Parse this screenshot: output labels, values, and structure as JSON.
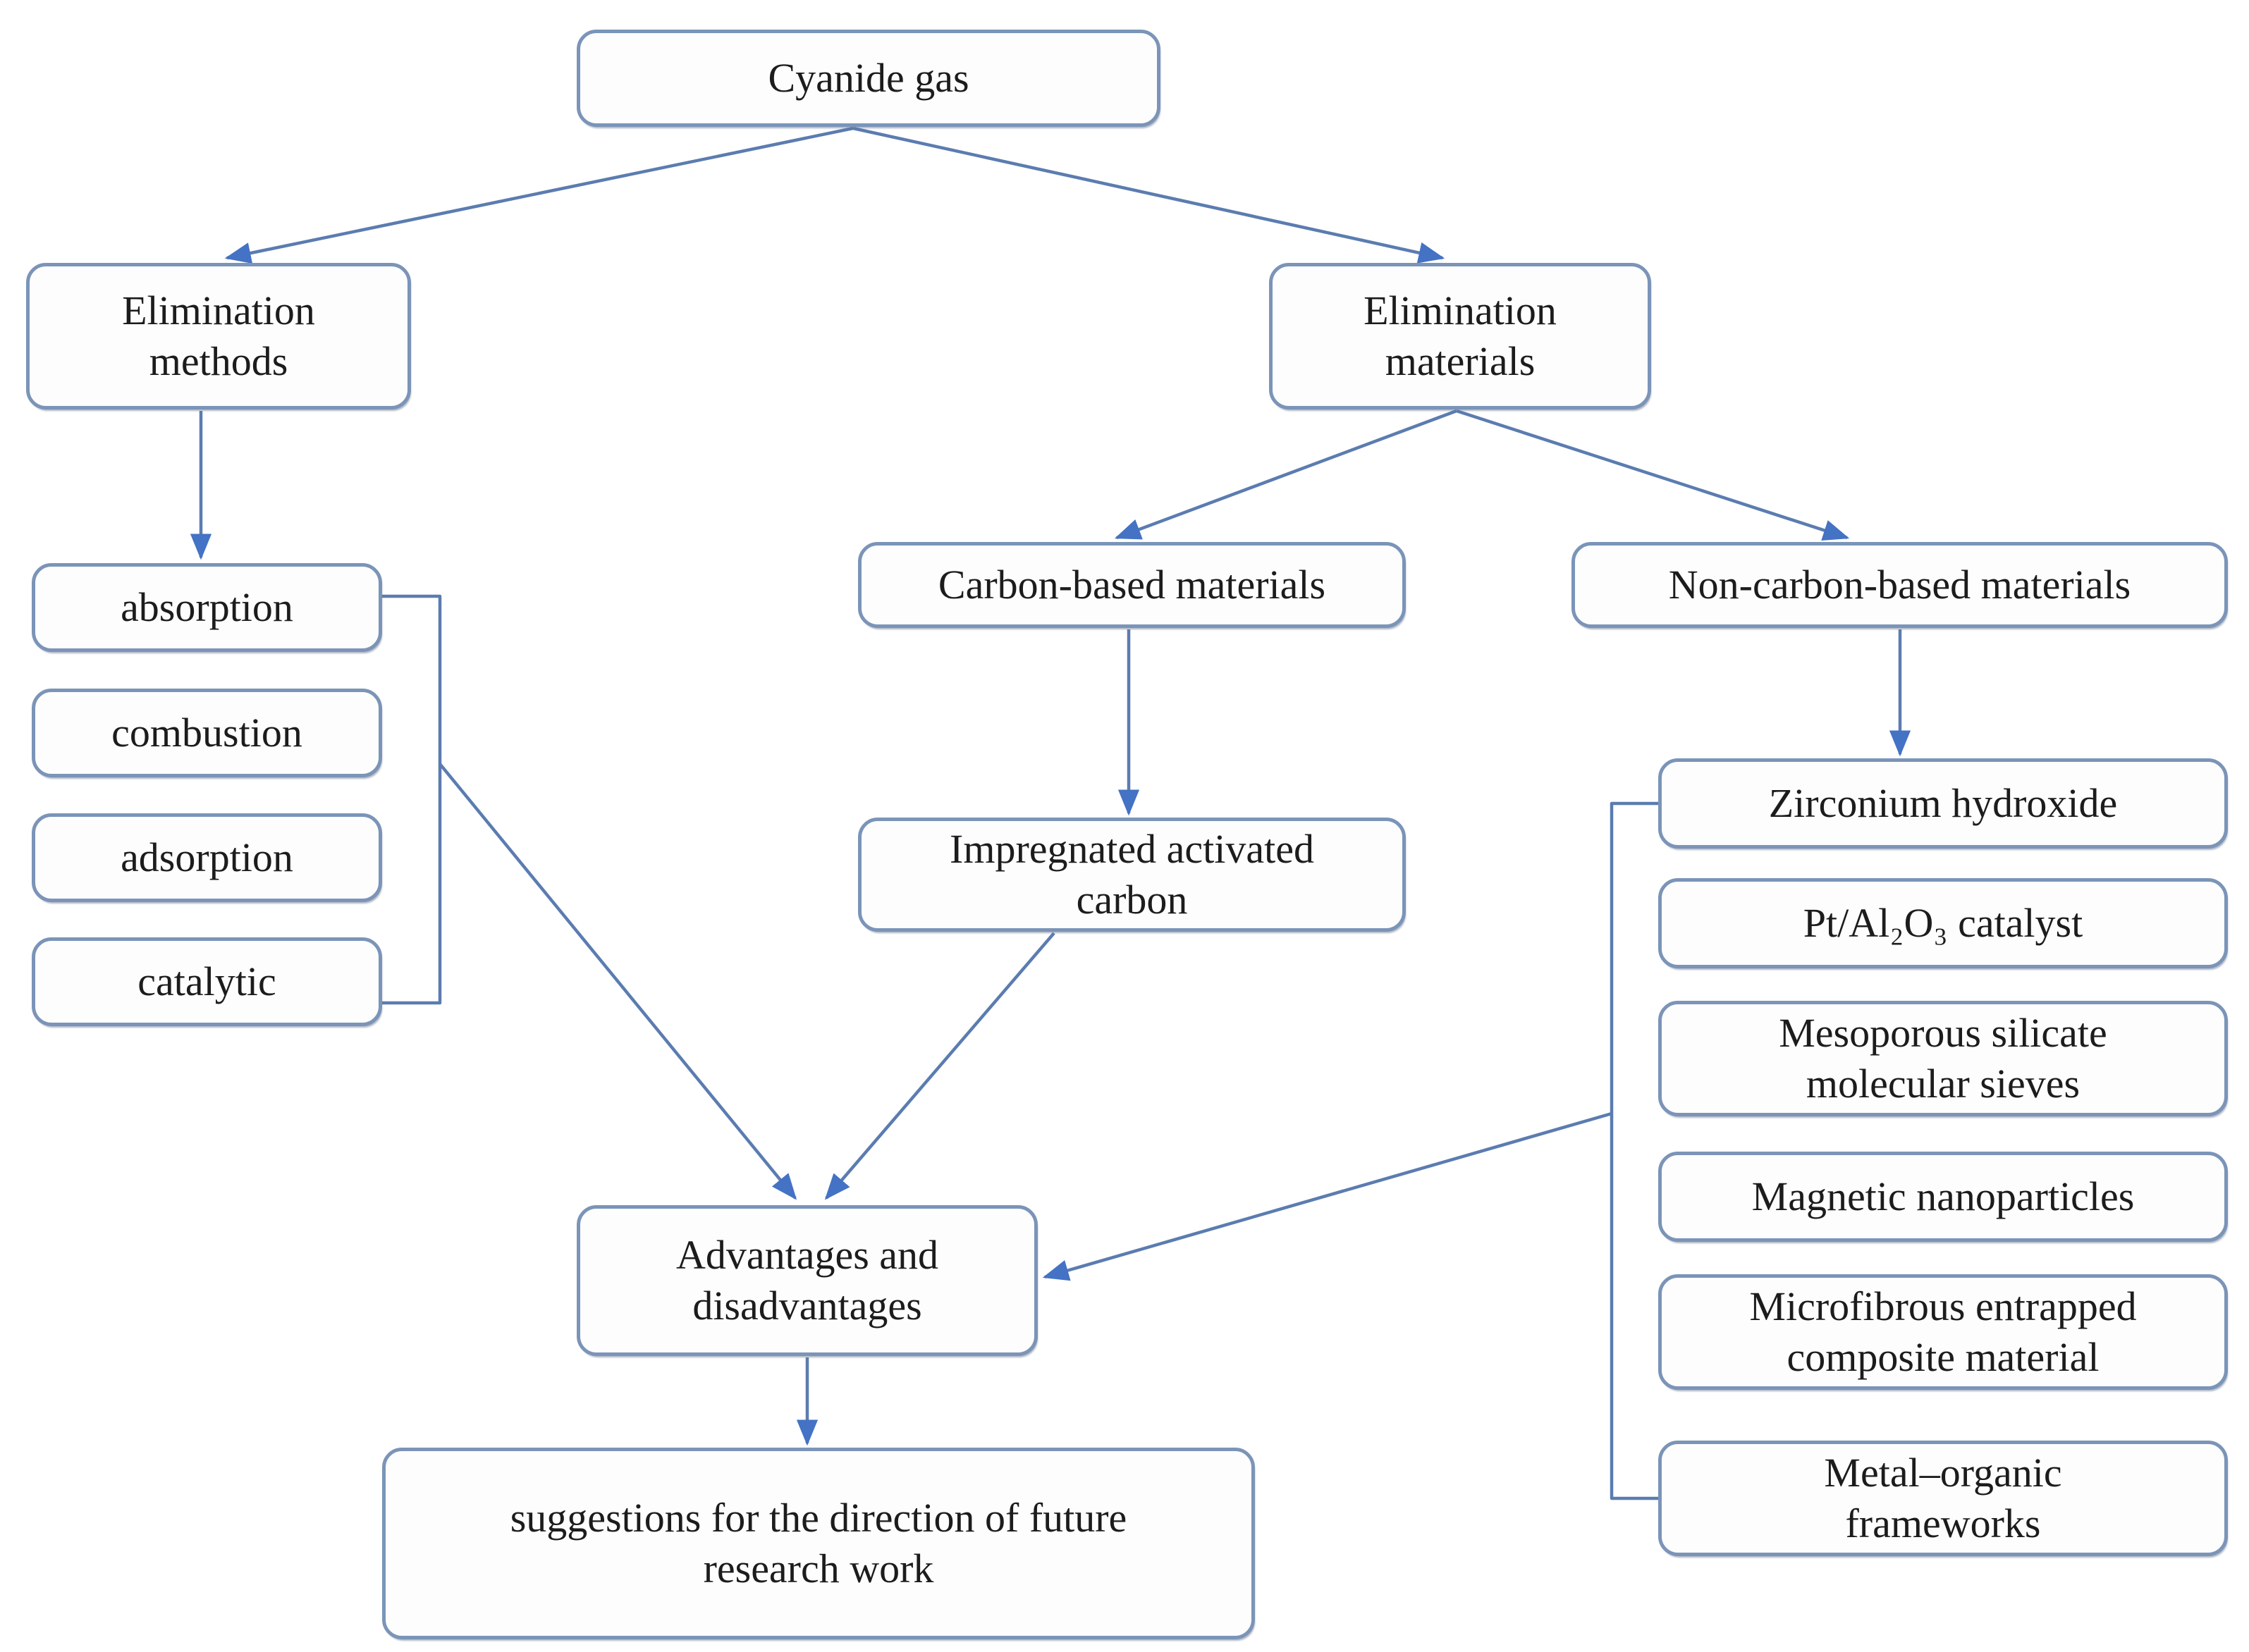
{
  "figure": {
    "background": "#ffffff",
    "box_background": "#fdfdfd",
    "box_border_color": "#7b94b8",
    "line_color": "#5b7cb0",
    "arrow_color": "#4472c4",
    "text_color": "#1c1c1c"
  },
  "nodes": {
    "cyanide_gas": {
      "label": "Cyanide gas"
    },
    "elimination_methods": {
      "label": [
        "Elimination",
        "methods"
      ]
    },
    "elimination_materials": {
      "label": [
        "Elimination",
        "materials"
      ]
    },
    "absorption": {
      "label": "absorption"
    },
    "combustion": {
      "label": "combustion"
    },
    "adsorption": {
      "label": "adsorption"
    },
    "catalytic": {
      "label": "catalytic"
    },
    "carbon_based_materials": {
      "label": "Carbon-based materials"
    },
    "non_carbon_based_materials": {
      "label": "Non-carbon-based materials"
    },
    "impregnated_activated_carbon": {
      "label": [
        "Impregnated activated",
        "carbon"
      ]
    },
    "zirconium_hydroxide": {
      "label": "Zirconium hydroxide"
    },
    "pt_al2o3_catalyst": {
      "label": "Pt/Al₂O₃ catalyst"
    },
    "mesoporous_silicate": {
      "label": [
        "Mesoporous silicate",
        "molecular sieves"
      ]
    },
    "magnetic_nanoparticles": {
      "label": "Magnetic nanoparticles"
    },
    "microfibrous_entrapped": {
      "label": [
        "Microfibrous entrapped",
        "composite material"
      ]
    },
    "metal_organic_frameworks": {
      "label": [
        "Metal–organic",
        "frameworks"
      ]
    },
    "advantages_disadvantages": {
      "label": [
        "Advantages and",
        "disadvantages"
      ]
    },
    "future_suggestions": {
      "label": [
        "suggestions for the direction of future",
        "research work"
      ]
    }
  },
  "edges": [
    {
      "from": "cyanide_gas",
      "to": "elimination_methods"
    },
    {
      "from": "cyanide_gas",
      "to": "elimination_materials"
    },
    {
      "from": "elimination_methods",
      "to": "absorption"
    },
    {
      "from": "elimination_methods_group",
      "to": "advantages_disadvantages"
    },
    {
      "from": "elimination_materials",
      "to": "carbon_based_materials"
    },
    {
      "from": "elimination_materials",
      "to": "non_carbon_based_materials"
    },
    {
      "from": "carbon_based_materials",
      "to": "impregnated_activated_carbon"
    },
    {
      "from": "impregnated_activated_carbon",
      "to": "advantages_disadvantages"
    },
    {
      "from": "non_carbon_based_materials",
      "to": "zirconium_hydroxide"
    },
    {
      "from": "non_carbon_materials_group",
      "to": "advantages_disadvantages"
    },
    {
      "from": "advantages_disadvantages",
      "to": "future_suggestions"
    }
  ]
}
